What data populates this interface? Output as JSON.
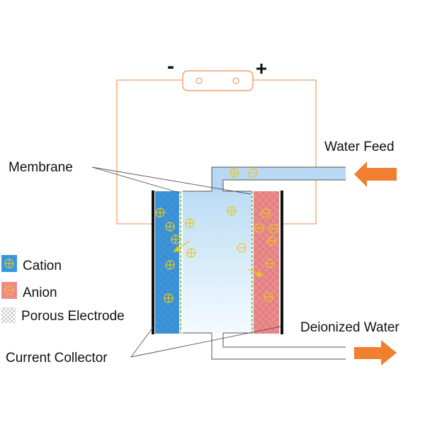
{
  "power_supply": {
    "negative_sign": "-",
    "positive_sign": "+"
  },
  "labels": {
    "membrane": "Membrane",
    "water_feed": "Water Feed",
    "deionized_water": "Deionized Water",
    "current_collector": "Current Collector"
  },
  "legend": [
    {
      "key": "cation",
      "label": "Cation",
      "color": "#3a96dc"
    },
    {
      "key": "anion",
      "label": "Anion",
      "color": "#ef8a8a"
    },
    {
      "key": "porous",
      "label": "Porous Electrode",
      "color": "#999999"
    }
  ],
  "colors": {
    "wire": "#f0a070",
    "arrow": "#f08030",
    "cation_electrode": "#3a96dc",
    "anion_electrode": "#ef8a8a",
    "channel_water": "#b8d8f4",
    "ion": "#e8c81a",
    "collector": "#111111"
  }
}
